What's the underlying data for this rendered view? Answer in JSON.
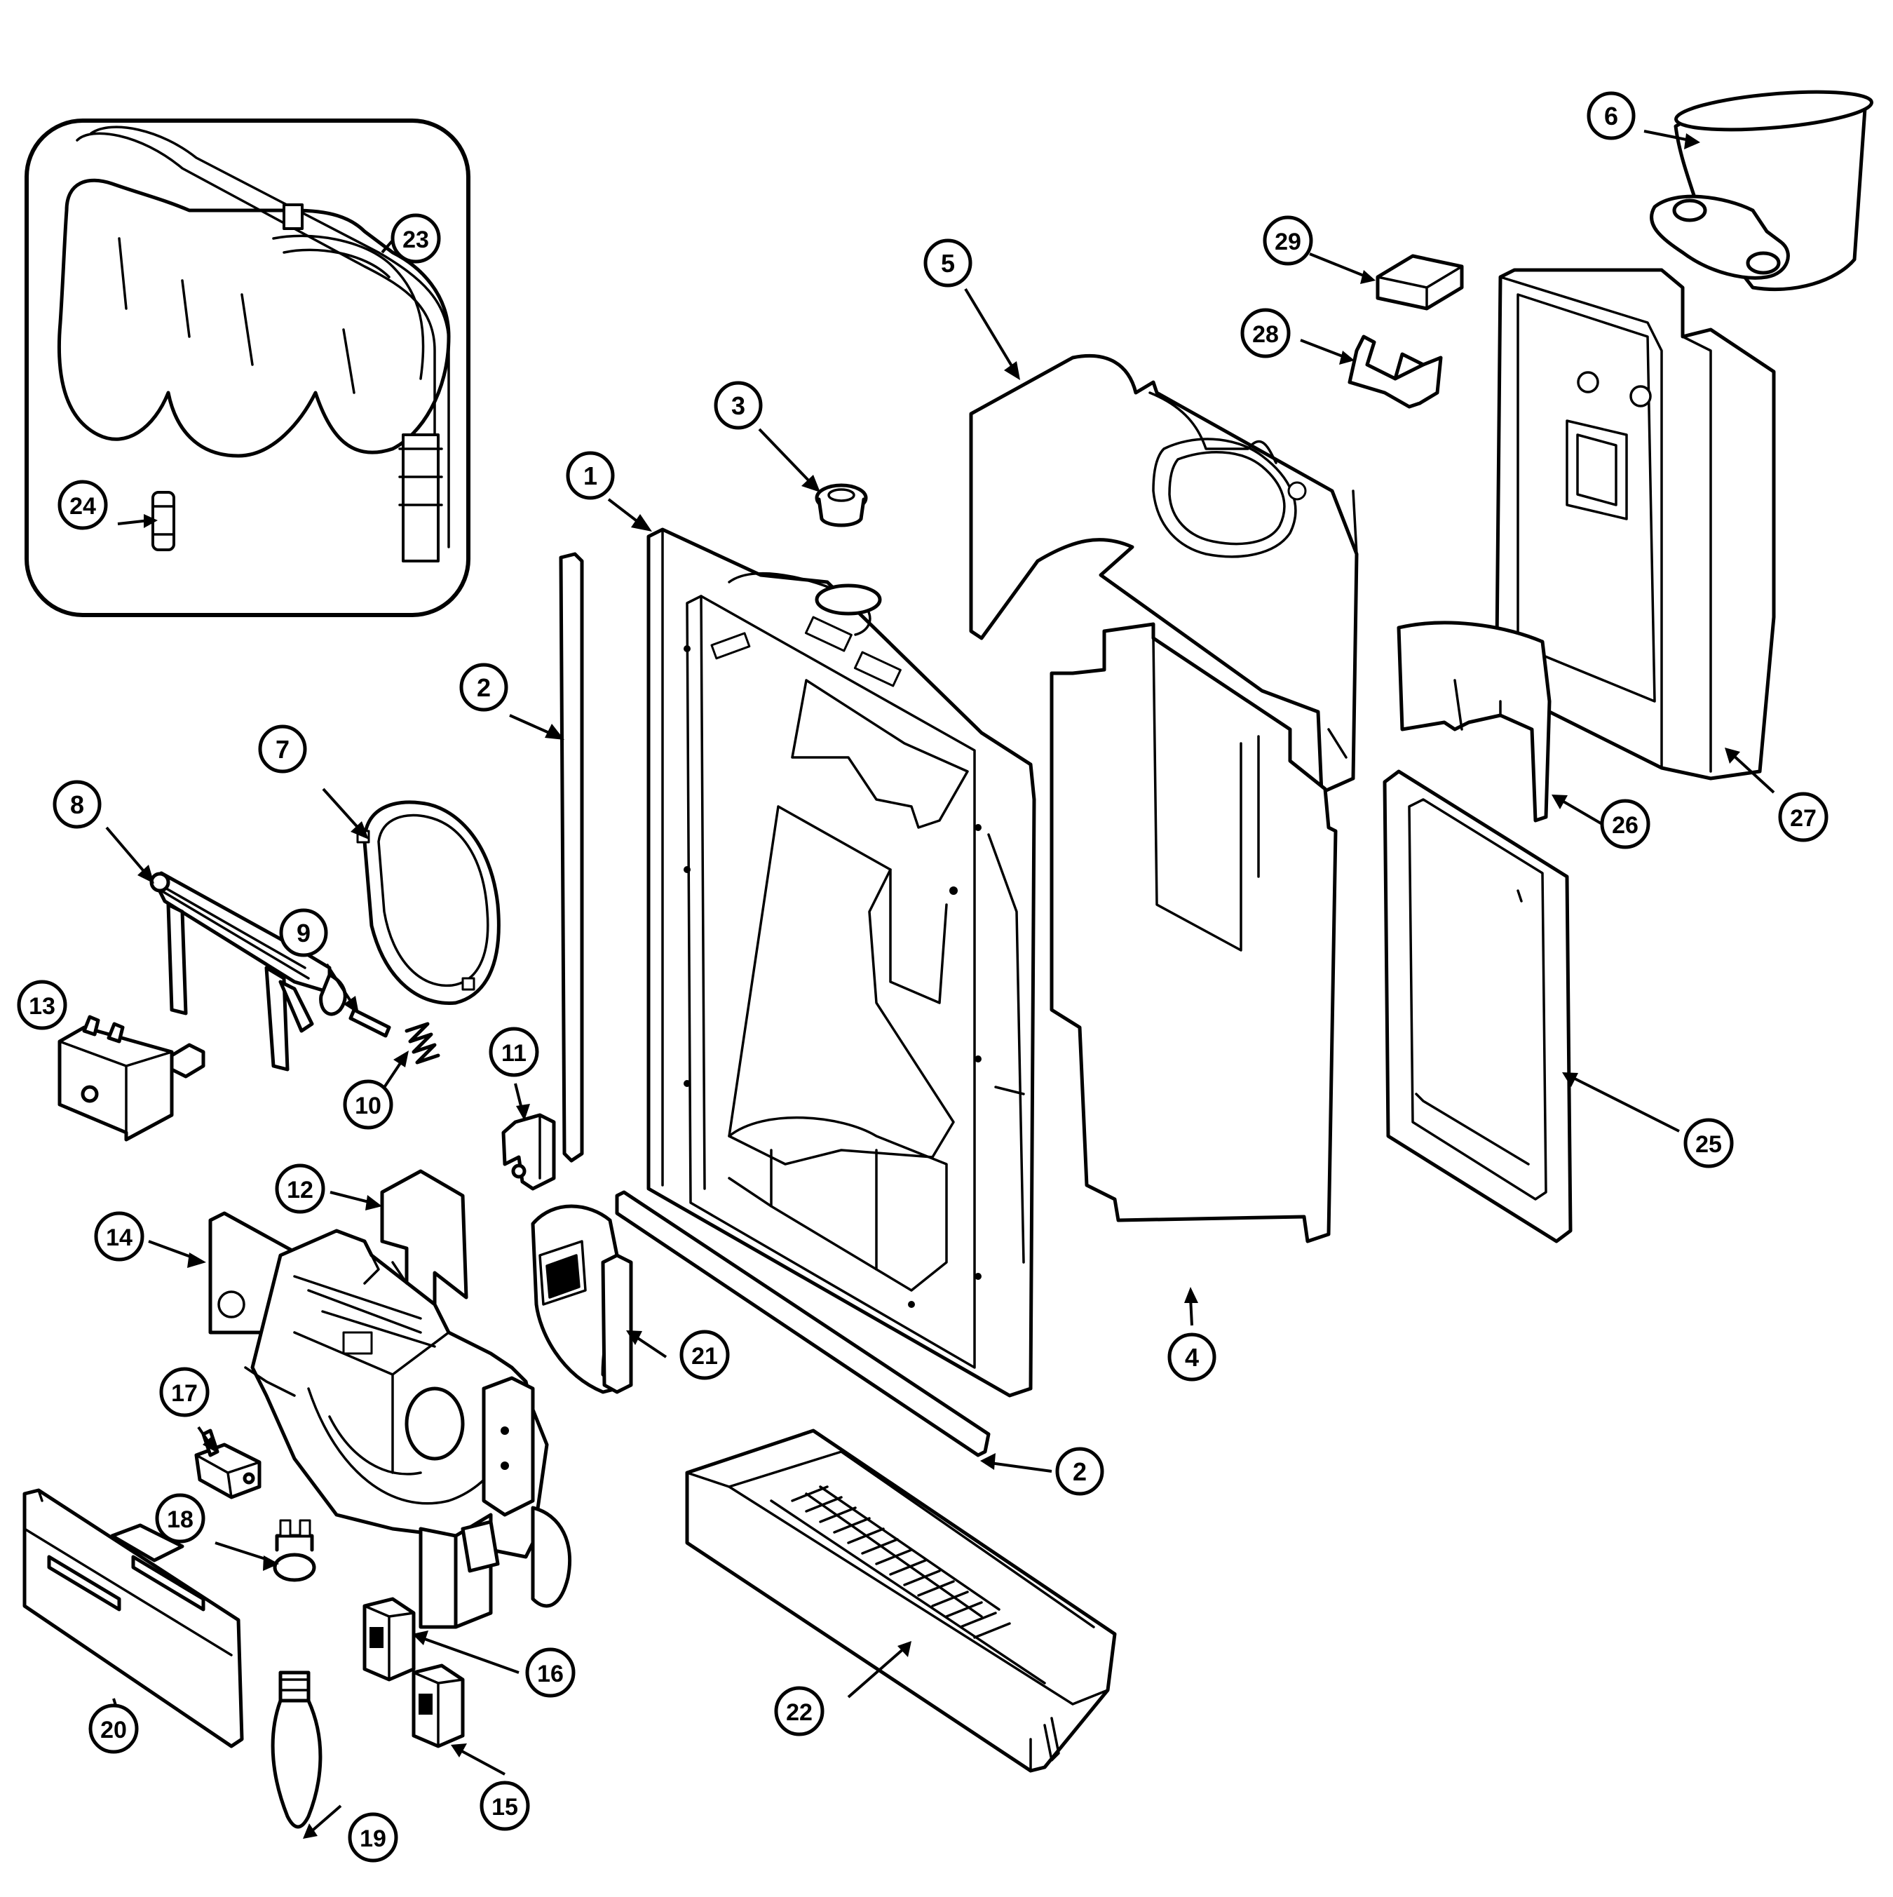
{
  "diagram": {
    "callouts": [
      {
        "id": "c1",
        "label": "1"
      },
      {
        "id": "c2a",
        "label": "2"
      },
      {
        "id": "c2b",
        "label": "2"
      },
      {
        "id": "c3",
        "label": "3"
      },
      {
        "id": "c4",
        "label": "4"
      },
      {
        "id": "c5",
        "label": "5"
      },
      {
        "id": "c6",
        "label": "6"
      },
      {
        "id": "c7",
        "label": "7"
      },
      {
        "id": "c8",
        "label": "8"
      },
      {
        "id": "c9",
        "label": "9"
      },
      {
        "id": "c10",
        "label": "10"
      },
      {
        "id": "c11",
        "label": "11"
      },
      {
        "id": "c12",
        "label": "12"
      },
      {
        "id": "c13",
        "label": "13"
      },
      {
        "id": "c14",
        "label": "14"
      },
      {
        "id": "c15",
        "label": "15"
      },
      {
        "id": "c16",
        "label": "16"
      },
      {
        "id": "c17",
        "label": "17"
      },
      {
        "id": "c18",
        "label": "18"
      },
      {
        "id": "c19",
        "label": "19"
      },
      {
        "id": "c20",
        "label": "20"
      },
      {
        "id": "c21",
        "label": "21"
      },
      {
        "id": "c22",
        "label": "22"
      },
      {
        "id": "c23",
        "label": "23"
      },
      {
        "id": "c24",
        "label": "24"
      },
      {
        "id": "c25",
        "label": "25"
      },
      {
        "id": "c26",
        "label": "26"
      },
      {
        "id": "c27",
        "label": "27"
      },
      {
        "id": "c28",
        "label": "28"
      },
      {
        "id": "c29",
        "label": "29"
      }
    ]
  }
}
